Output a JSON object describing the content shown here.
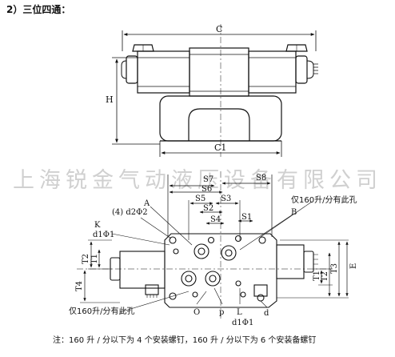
{
  "heading": "2）三位四通：",
  "watermark": "上海锐金气动液压设备有限公司",
  "note": "注：160 升 / 分以下为 4 个安装螺钉，160 升 / 分以下为 6 个安装备螺钉",
  "top_view": {
    "dim_C": "C",
    "dim_H": "H",
    "dim_C1": "C1"
  },
  "bottom_view": {
    "S7": "S7",
    "S8": "S8",
    "S6": "S6",
    "S5": "S5",
    "S3": "S3",
    "S2": "S2",
    "S4": "S4",
    "S1": "S1",
    "A": "A",
    "B": "B",
    "K": "K",
    "d2_label": "(4) d2Φ2",
    "d1_label": "d1Φ1",
    "d1_label_bottom": "d1Φ1",
    "note_160_top": "仅160升/分有此孔",
    "note_160_bottom": "仅160升/分有此孔",
    "T2": "T2",
    "T1": "T1",
    "T4": "T4",
    "T1_right": "T1",
    "T2_right": "T2",
    "T3": "T3",
    "E": "E",
    "O": "O",
    "P": "p",
    "L": "L",
    "d": "d"
  }
}
